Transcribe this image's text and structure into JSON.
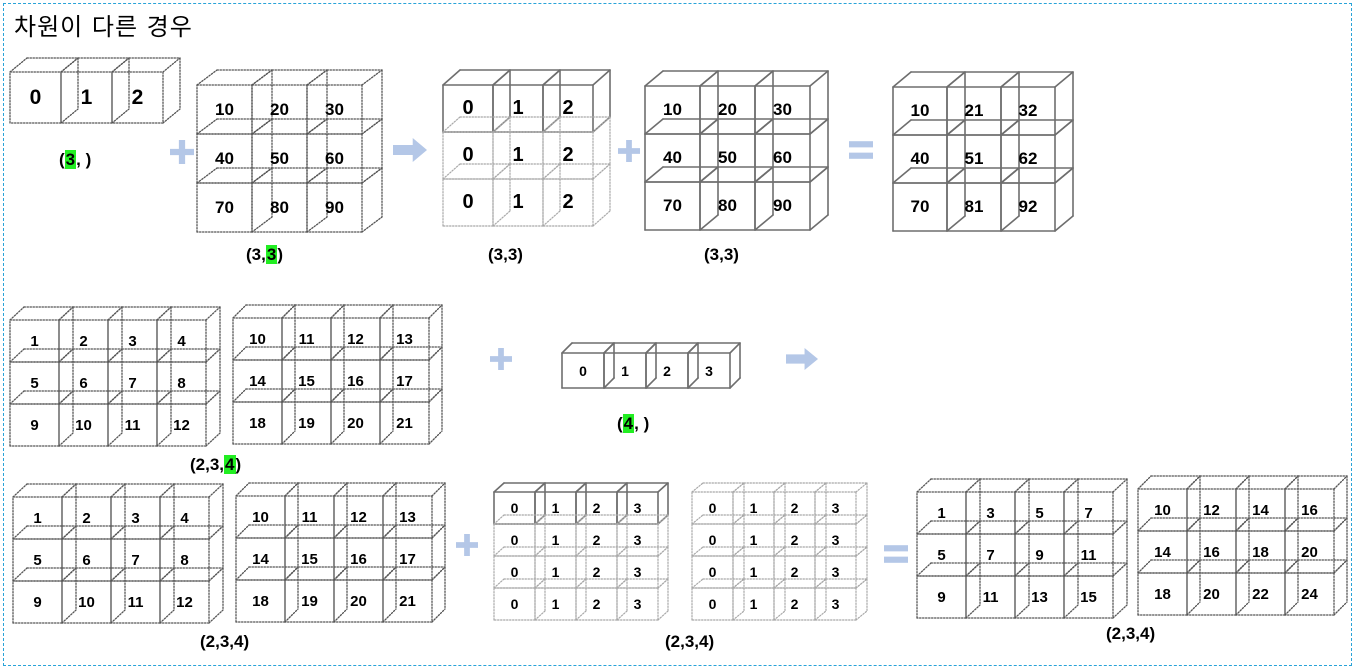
{
  "title": "차원이 다른 경우",
  "accent_colors": {
    "frame": "#29a3d8",
    "operator": "#b4c7e7",
    "highlight": "#22ee22"
  },
  "row1": {
    "a": {
      "values": [
        [
          "0",
          "1",
          "2"
        ]
      ],
      "shape_pre": "(",
      "shape_hl": "3",
      "shape_post": ", )"
    },
    "b": {
      "values": [
        [
          "10",
          "20",
          "30"
        ],
        [
          "40",
          "50",
          "60"
        ],
        [
          "70",
          "80",
          "90"
        ]
      ],
      "shape_pre": "(3,",
      "shape_hl": "3",
      "shape_post": ")"
    },
    "a_broadcast": {
      "values": [
        [
          "0",
          "1",
          "2"
        ],
        [
          "0",
          "1",
          "2"
        ],
        [
          "0",
          "1",
          "2"
        ]
      ],
      "shape": "(3,3)"
    },
    "b_copy": {
      "values": [
        [
          "10",
          "20",
          "30"
        ],
        [
          "40",
          "50",
          "60"
        ],
        [
          "70",
          "80",
          "90"
        ]
      ],
      "shape": "(3,3)"
    },
    "result": {
      "values": [
        [
          "10",
          "21",
          "32"
        ],
        [
          "40",
          "51",
          "62"
        ],
        [
          "70",
          "81",
          "92"
        ]
      ]
    }
  },
  "row2": {
    "a": {
      "slab1": [
        [
          "1",
          "2",
          "3",
          "4"
        ],
        [
          "5",
          "6",
          "7",
          "8"
        ],
        [
          "9",
          "10",
          "11",
          "12"
        ]
      ],
      "slab2": [
        [
          "10",
          "11",
          "12",
          "13"
        ],
        [
          "14",
          "15",
          "16",
          "17"
        ],
        [
          "18",
          "19",
          "20",
          "21"
        ]
      ],
      "shape_pre": "(2,3,",
      "shape_hl": "4",
      "shape_post": ")"
    },
    "b": {
      "values": [
        [
          "0",
          "1",
          "2",
          "3"
        ]
      ],
      "shape_pre": "(",
      "shape_hl": "4",
      "shape_post": ", )"
    }
  },
  "row3": {
    "a": {
      "slab1": [
        [
          "1",
          "2",
          "3",
          "4"
        ],
        [
          "5",
          "6",
          "7",
          "8"
        ],
        [
          "9",
          "10",
          "11",
          "12"
        ]
      ],
      "slab2": [
        [
          "10",
          "11",
          "12",
          "13"
        ],
        [
          "14",
          "15",
          "16",
          "17"
        ],
        [
          "18",
          "19",
          "20",
          "21"
        ]
      ],
      "shape": "(2,3,4)"
    },
    "b": {
      "slab1": [
        [
          "0",
          "1",
          "2",
          "3"
        ],
        [
          "0",
          "1",
          "2",
          "3"
        ],
        [
          "0",
          "1",
          "2",
          "3"
        ],
        [
          "0",
          "1",
          "2",
          "3"
        ]
      ],
      "slab2": [
        [
          "0",
          "1",
          "2",
          "3"
        ],
        [
          "0",
          "1",
          "2",
          "3"
        ],
        [
          "0",
          "1",
          "2",
          "3"
        ],
        [
          "0",
          "1",
          "2",
          "3"
        ]
      ],
      "shape": "(2,3,4)"
    },
    "result": {
      "slab1": [
        [
          "1",
          "3",
          "5",
          "7"
        ],
        [
          "5",
          "7",
          "9",
          "11"
        ],
        [
          "9",
          "11",
          "13",
          "15"
        ]
      ],
      "slab2": [
        [
          "10",
          "12",
          "14",
          "16"
        ],
        [
          "14",
          "16",
          "18",
          "20"
        ],
        [
          "18",
          "20",
          "22",
          "24"
        ]
      ],
      "shape": "(2,3,4)"
    }
  },
  "operators": {
    "plus": "+",
    "arrow": "→",
    "equals": "="
  }
}
